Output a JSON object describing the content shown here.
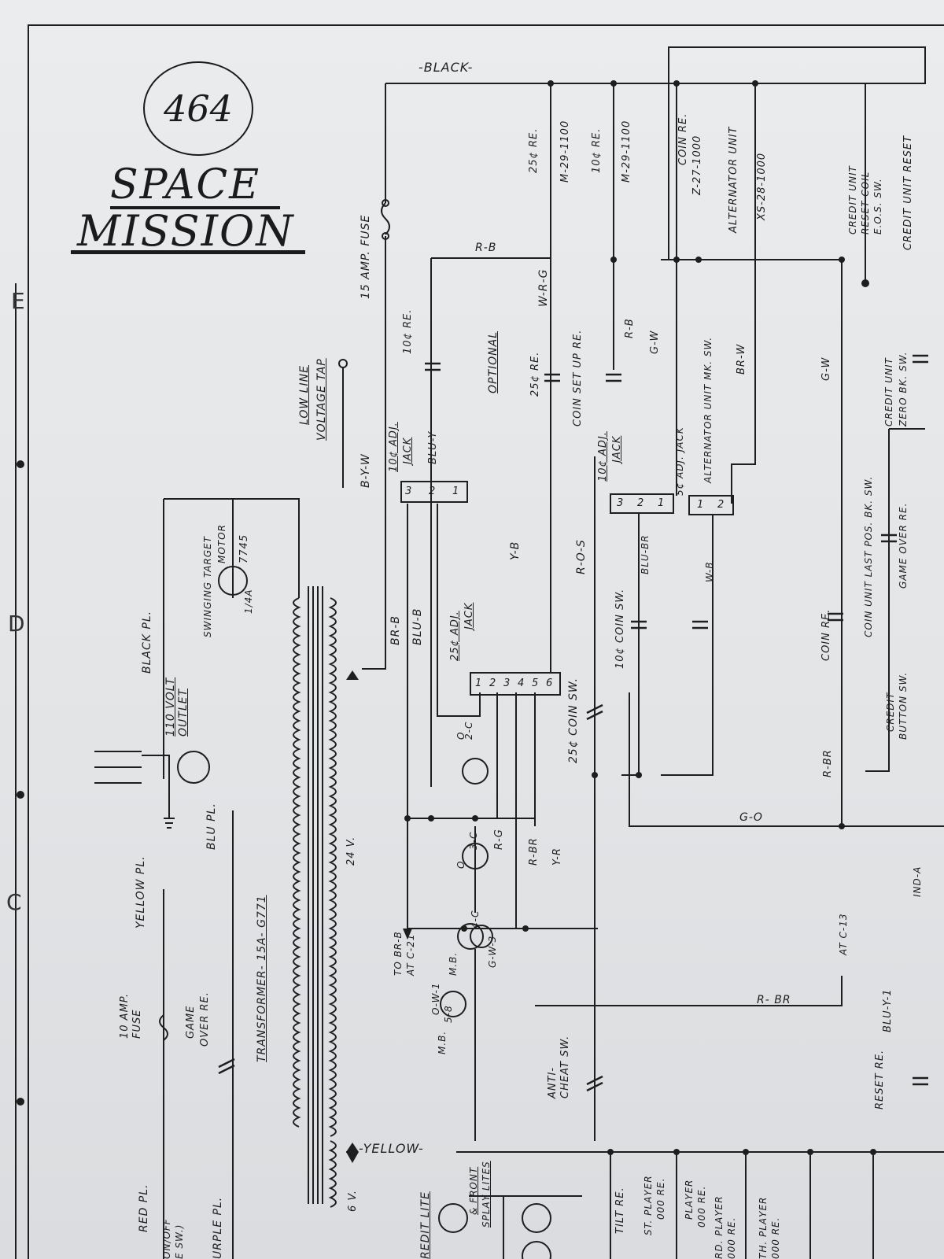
{
  "header": {
    "game_number": "464",
    "title_line1": "SPACE",
    "title_line2": "MISSION"
  },
  "zone_markers": [
    "E",
    "D",
    "C"
  ],
  "wire_colors": {
    "top_rail": "-BLACK-",
    "bottom_rail": "-YELLOW-",
    "r_b": "R-B",
    "w_r_g": "W-R-G",
    "r_b_2": "R-B",
    "g_w": "G-W",
    "br_w": "BR-W",
    "g_w_2": "G-W",
    "b_y_w": "B-Y-W",
    "blu_y": "BLU-Y",
    "br_b": "BR-B",
    "blu_b": "BLU-B",
    "y_b": "Y-B",
    "r_o_s": "R-O-S",
    "blu_br": "BLU-BR",
    "w_b": "W-B",
    "r_g": "R-G",
    "r_br": "R-BR",
    "y_r": "Y-R",
    "g_w_3": "G-W-3",
    "g_o": "G-O",
    "r_br_2": "R-BR",
    "r_br_3": "R- BR",
    "blu_y_1": "BLU-Y-1"
  },
  "components": {
    "fuse_15": "15 AMP. FUSE",
    "low_line_1": "LOW LINE",
    "low_line_2": "VOLTAGE TAP",
    "re_25_top": "25¢ RE.",
    "re_25_top_part": "M-29-1100",
    "re_10_top": "10¢ RE.",
    "re_10_top_part": "M-29-1100",
    "coin_re_top": "COIN RE.",
    "coin_re_top_part": "Z-27-1000",
    "alternator_unit": "ALTERNATOR UNIT",
    "alternator_part": "XS-28-1000",
    "credit_unit_1": "CREDIT UNIT",
    "credit_unit_2": "RESET COIL",
    "credit_unit_3": "E.O.S. SW.",
    "credit_unit_reset": "CREDIT UNIT RESET",
    "optional": "OPTIONAL",
    "re_10_mid": "10¢ RE.",
    "jack_10_1": "10¢ ADJ.",
    "jack_10_2": "JACK",
    "re_25_mid": "25¢ RE.",
    "coin_setup": "COIN SET UP RE.",
    "jack_10b_1": "10¢ ADJ.",
    "jack_10b_2": "JACK",
    "jack_5": "5¢ ADJ. JACK",
    "alt_unit_mk": "ALTERNATOR UNIT MK. SW.",
    "credit_zero_1": "CREDIT UNIT",
    "credit_zero_2": "ZERO BK. SW.",
    "coin_unit_last": "COIN UNIT LAST POS. BK. SW.",
    "game_over_re": "GAME OVER RE.",
    "coin_re_mid": "COIN RE.",
    "credit_btn_1": "CREDIT",
    "credit_btn_2": "BUTTON SW.",
    "jack_25_1": "25¢ ADJ.",
    "jack_25_2": "JACK",
    "coin_sw_25": "25¢ COIN SW.",
    "coin_sw_10": "10¢ COIN SW.",
    "black_pl": "BLACK PL.",
    "outlet_1": "110 VOLT",
    "outlet_2": "OUTLET",
    "target_motor_1": "SWINGING TARGET",
    "target_motor_2": "MOTOR",
    "motor_part": "7745",
    "motor_amp": "1/4A",
    "blu_pl": "BLU PL.",
    "yellow_pl": "YELLOW PL.",
    "fuse_10_1": "10 AMP.",
    "fuse_10_2": "FUSE",
    "game_over_1": "GAME",
    "game_over_2": "OVER RE.",
    "transformer": "TRANSFORMER- 15A- G771",
    "volts_24": "24 V.",
    "volts_6": "6 V.",
    "to_br_b_1": "TO BR-B",
    "to_br_b_2": "AT C-21",
    "at_c13": "AT C-13",
    "lamp_2c": "2-C",
    "lamp_3c": "3-C",
    "lamp_4c": "4-C",
    "lamp_o1": "O",
    "lamp_o2": "O",
    "mb_1": "M.B.",
    "mb_2": "M.B.",
    "ow1": "O-W-1",
    "s58": "5-8",
    "anti_cheat_1": "ANTI-",
    "anti_cheat_2": "CHEAT SW.",
    "reset_re": "RESET RE.",
    "red_pl": "RED PL.",
    "on_off_1": "ON/OFF",
    "on_off_2": "E SW.)",
    "purple_pl": "URPLE PL.",
    "credit_lite": "REDIT LITE",
    "front_lites_1": "& FRONT",
    "front_lites_2": "SPLAY LITES",
    "tilt_re": "TILT RE.",
    "player1_1": "ST. PLAYER",
    "player1_2": "000 RE.",
    "player2_1": "PLAYER",
    "player2_2": "000 RE.",
    "player3_1": "RD. PLAYER",
    "player3_2": "000 RE.",
    "player4_1": "TH. PLAYER",
    "player4_2": "000 RE.",
    "ind_a": "IND-A",
    "jack_pin_1": "1",
    "jack_pin_2": "2",
    "jack_pin_3": "3",
    "jack_pin_4": "4",
    "jack_pin_5": "5",
    "jack_pin_6": "6"
  }
}
